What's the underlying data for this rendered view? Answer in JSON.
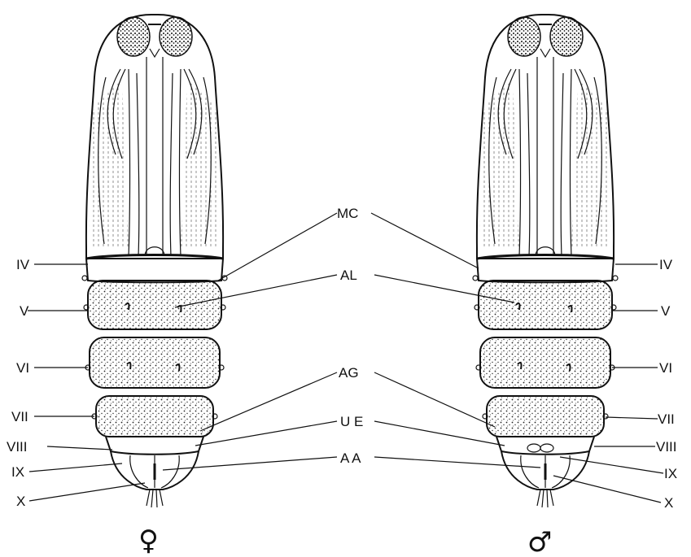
{
  "figure": {
    "center_labels": [
      "MC",
      "AL",
      "AG",
      "U E",
      "A A"
    ],
    "female": {
      "segment_labels": [
        "IV",
        "V",
        "VI",
        "VII",
        "VIII",
        "IX",
        "X"
      ],
      "sex_symbol": "♀"
    },
    "male": {
      "segment_labels": [
        "IV",
        "V",
        "VI",
        "VII",
        "VIII",
        "IX",
        "X"
      ],
      "sex_symbol": "♂"
    }
  }
}
